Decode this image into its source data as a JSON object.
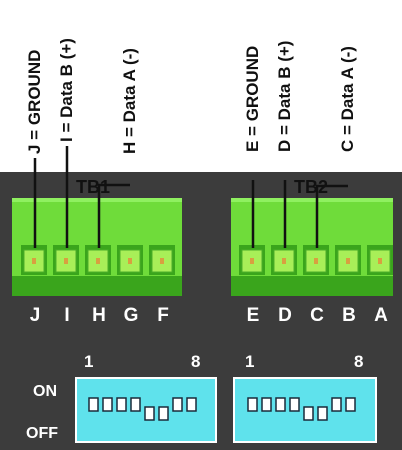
{
  "colors": {
    "board": "#3c3c3c",
    "terminal_green": "#6fdc3a",
    "terminal_dark": "#3aa51c",
    "socket": "#a8ef58",
    "dip_blue": "#5fe2ec",
    "text_dark": "#111111",
    "text_light": "#ffffff"
  },
  "terminal_blocks": [
    {
      "label": "TB1",
      "pins": [
        "J",
        "I",
        "H",
        "G",
        "F"
      ],
      "annotations": [
        {
          "pin": "J",
          "text": "J = GROUND"
        },
        {
          "pin": "I",
          "text": "I = Data B (+)"
        },
        {
          "pin": "H",
          "text": "H = Data A (-)"
        }
      ]
    },
    {
      "label": "TB2",
      "pins": [
        "E",
        "D",
        "C",
        "B",
        "A"
      ],
      "annotations": [
        {
          "pin": "E",
          "text": "E = GROUND"
        },
        {
          "pin": "D",
          "text": "D = Data B (+)"
        },
        {
          "pin": "C",
          "text": "C = Data A (-)"
        }
      ]
    }
  ],
  "dip_switches": [
    {
      "first": "1",
      "last": "8",
      "positions": [
        "on",
        "on",
        "on",
        "on",
        "off",
        "off",
        "on",
        "on"
      ]
    },
    {
      "first": "1",
      "last": "8",
      "positions": [
        "on",
        "on",
        "on",
        "on",
        "off",
        "off",
        "on",
        "on"
      ]
    }
  ],
  "dip_labels": {
    "on": "ON",
    "off": "OFF"
  }
}
